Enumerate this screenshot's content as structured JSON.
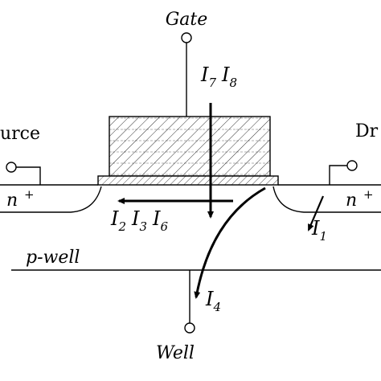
{
  "terminals": {
    "gate": "Gate",
    "source": "urce",
    "drain": "Dr",
    "well": "Well"
  },
  "regions": {
    "n_plus_left": "n",
    "n_plus_right": "n",
    "plus_sign": "+",
    "p_well": "p-well"
  },
  "currents": {
    "i7": {
      "letter": "I",
      "sub": "7"
    },
    "i8": {
      "letter": "I",
      "sub": "8"
    },
    "i2": {
      "letter": "I",
      "sub": "2"
    },
    "i3": {
      "letter": "I",
      "sub": "3"
    },
    "i6": {
      "letter": "I",
      "sub": "6"
    },
    "i1": {
      "letter": "I",
      "sub": "1"
    },
    "i4": {
      "letter": "I",
      "sub": "4"
    }
  }
}
